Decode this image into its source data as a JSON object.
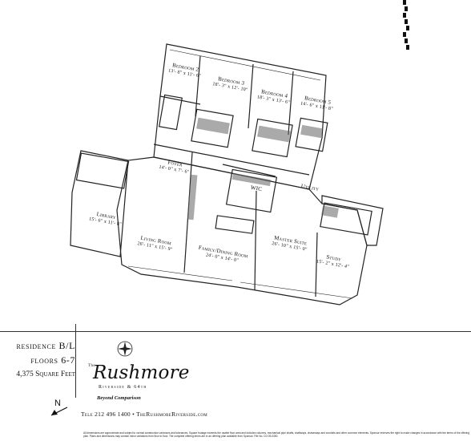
{
  "rooms": {
    "bedroom2": {
      "name": "Bedroom 2",
      "dims": "13'- 8\" x 11'- 6\""
    },
    "bedroom3": {
      "name": "Bedroom 3",
      "dims": "18'- 3\" x 12'- 10\""
    },
    "bedroom4": {
      "name": "Bedroom 4",
      "dims": "18'- 3\" x 13'- 6\""
    },
    "bedroom5": {
      "name": "Bedroom 5",
      "dims": "14'- 6\" x 11'- 8\""
    },
    "foyer": {
      "name": "Foyer",
      "dims": "14'- 0\" x 7'- 6\""
    },
    "wic": {
      "name": "WIC"
    },
    "utility": {
      "name": "Utility"
    },
    "library": {
      "name": "Library",
      "dims": "15'- 6\" x 11'- 8\""
    },
    "living": {
      "name": "Living Room",
      "dims": "26'- 11\" x 15'- 9\""
    },
    "family": {
      "name": "Family/Dining Room",
      "dims": "24'- 0\" x 14'- 0\""
    },
    "master": {
      "name": "Master Suite",
      "dims": "26'- 10\" x 15'- 0\""
    },
    "study": {
      "name": "Study",
      "dims": "15'- 2\" x 12'- 4\""
    }
  },
  "residence": {
    "title": "residence B/L",
    "floors": "floors 6-7",
    "sqft": "4,375 Square Feet"
  },
  "logo": {
    "the": "The",
    "name": "Rushmore",
    "sub": "Riverside & 64th",
    "tagline": "Beyond Comparison"
  },
  "contact": "Tele 212 496 1400 • TheRushmoreRiverside.com",
  "compass": "N",
  "disclaimer": "All dimensions are approximate and subject to normal construction variances and tolerances. Square footage exceeds the usable floor area and includes columns, mechanical pipe shafts, shaftways, chaseways and conduits and other common elements. Sponsor reserves the right to make changes in accordance with the terms of the offering plan. Plans and dimensions may contain minor variations from floor to floor. The complete offering terms are in an offering plan available from Sponsor. File No. CD 05-0350."
}
